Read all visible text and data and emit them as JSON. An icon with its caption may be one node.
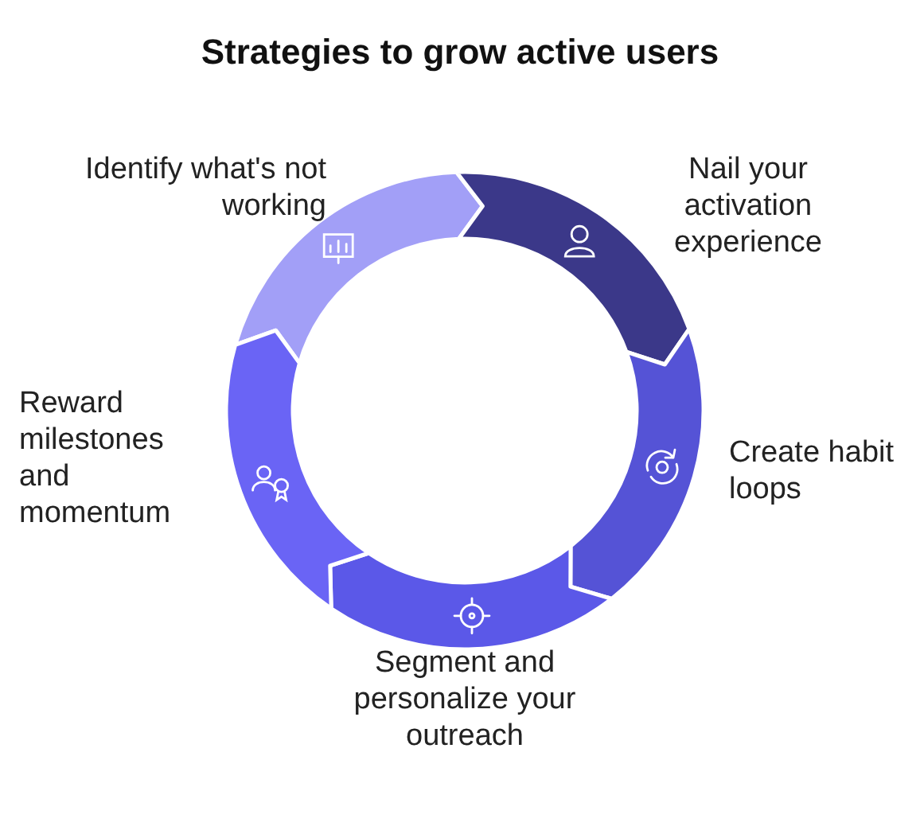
{
  "diagram": {
    "title": "Strategies to grow active users",
    "nodes": [
      {
        "text": [],
        "shape": "arc",
        "beside": [
          "Identify what's not working"
        ]
      },
      {
        "text": [],
        "shape": "arc",
        "beside": [
          "Nail your activation experience"
        ]
      },
      {
        "text": [],
        "shape": "arc",
        "beside": [
          "Create habit loops"
        ]
      },
      {
        "text": [],
        "shape": "arc",
        "beside": [
          "Segment and personalize your outreach"
        ]
      },
      {
        "text": [],
        "shape": "arc",
        "beside": [
          "Reward milestones and momentum"
        ]
      }
    ]
  }
}
